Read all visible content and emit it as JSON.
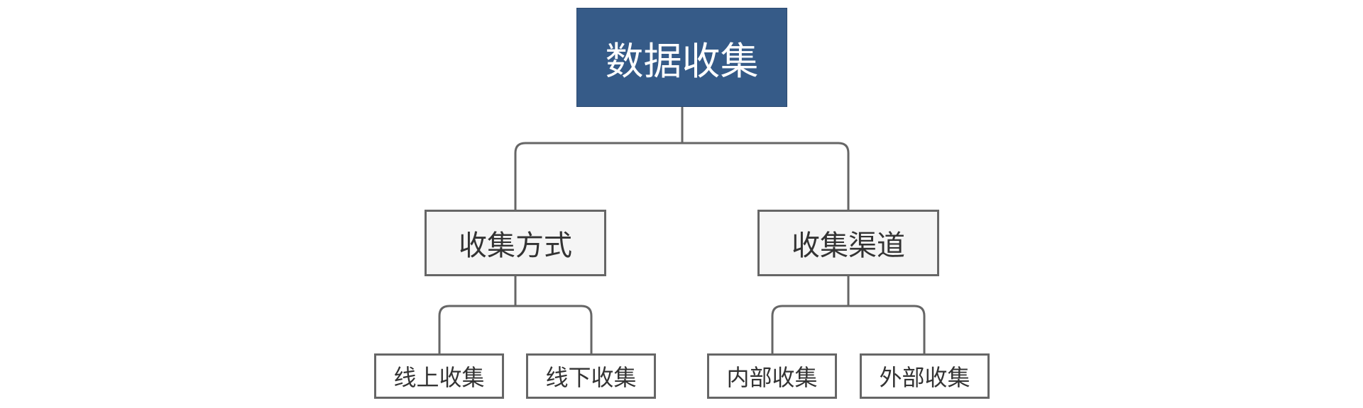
{
  "diagram": {
    "root": {
      "label": "数据收集"
    },
    "branches": [
      {
        "label": "收集方式",
        "children": [
          {
            "label": "线上收集"
          },
          {
            "label": "线下收集"
          }
        ]
      },
      {
        "label": "收集渠道",
        "children": [
          {
            "label": "内部收集"
          },
          {
            "label": "外部收集"
          }
        ]
      }
    ]
  },
  "colors": {
    "root_fill": "#365b88",
    "root_text": "#ffffff",
    "node_border": "#666666",
    "branch_fill": "#f5f5f5",
    "leaf_fill": "#ffffff",
    "connector": "#666666",
    "text": "#333333"
  }
}
